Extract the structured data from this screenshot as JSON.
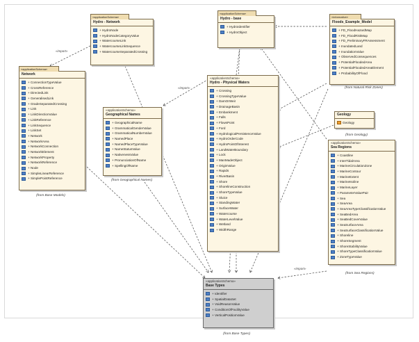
{
  "packages": [
    {
      "id": "hydro-network",
      "stereotype": "«applicationSchema»",
      "name": "Hydro - Network",
      "items": [
        "HydroNode",
        "HydroNodeCategoryValue",
        "WatercourseLink",
        "WatercourseLinkSequence",
        "WatercourseSeparatedCrossing"
      ]
    },
    {
      "id": "hydro-base",
      "stereotype": "«applicationSchema»",
      "name": "Hydro - base",
      "items": [
        "HydroIdentifier",
        "HydroObject"
      ]
    },
    {
      "id": "floods",
      "stereotype": "«informative»",
      "name": "Floods_Example_Model",
      "items": [
        "FD_FloodHazardMap",
        "FD_FloodRiskMap",
        "FD_PreliminaryFRAssessment",
        "InundatedLand",
        "InundationValue",
        "ObservedConsequences",
        "PotentialFloodedArea",
        "PotentialFloodedAreaElement",
        "ProbabilityOfFlood"
      ]
    },
    {
      "id": "network",
      "stereotype": "«applicationSchema»",
      "name": "Network",
      "items": [
        "ConnectionTypeValue",
        "CrossReference",
        "DirectedLink",
        "GeneralisedLink",
        "GradeSeparatedCrossing",
        "Link",
        "LinkDirectionValue",
        "LinkReference",
        "LinkSequence",
        "LinkSet",
        "Network",
        "NetworkArea",
        "NetworkConnection",
        "NetworkElement",
        "NetworkProperty",
        "NetworkReference",
        "Node",
        "SimpleLinearReference",
        "SimplePointReference"
      ]
    },
    {
      "id": "geo-names",
      "stereotype": "«applicationSchema»",
      "name": "Geographical Names",
      "items": [
        "GeographicalName",
        "GrammaticalGenderValue",
        "GrammaticalNumberValue",
        "NamedPlace",
        "NamedPlaceTypeValue",
        "NameStatusValue",
        "NativenessValue",
        "PronunciationOfName",
        "SpellingOfName"
      ]
    },
    {
      "id": "physical-waters",
      "stereotype": "«applicationSchema»",
      "name": "Hydro - Physical Waters",
      "items": [
        "Crossing",
        "CrossingTypeValue",
        "DamOrWeir",
        "DrainageBasin",
        "Embankment",
        "Falls",
        "FlowsPoint",
        "Ford",
        "HydrologicalPersistenceValue",
        "HydroOrderCode",
        "HydroPointOfInterest",
        "LandWaterBoundary",
        "Lock",
        "ManMadeObject",
        "OriginValue",
        "Rapids",
        "RiverBasin",
        "Shore",
        "ShorelineConstruction",
        "ShoreTypeValue",
        "Sluice",
        "StandingWater",
        "SurfaceWater",
        "Watercourse",
        "WaterLevelValue",
        "Wetland",
        "WidthRange"
      ]
    },
    {
      "id": "geology",
      "stereotype": "",
      "name": "Geology",
      "items": [
        "Geology"
      ]
    },
    {
      "id": "sea-regions",
      "stereotype": "«applicationSchema»",
      "name": "Sea Regions",
      "items": [
        "Coastline",
        "InterTidalArea",
        "MarineCirculationZone",
        "MarineContour",
        "MarineExtent",
        "MarineIsoline",
        "MarineLayer",
        "ParameterValuePair",
        "Sea",
        "SeaArea",
        "SeaAreaTypeClassificationValue",
        "SeaBedArea",
        "SeaBedCoverValue",
        "SeaSurfaceArea",
        "SeaSurfaceClassificationValue",
        "Shoreline",
        "ShoreSegment",
        "ShoreStabilityValue",
        "ShoreTypeClassificationValue",
        "ZoneTypeValue"
      ]
    },
    {
      "id": "base-types",
      "stereotype": "«applicationSchema»",
      "name": "Base Types",
      "items": [
        "Identifier",
        "SpatialDataSet",
        "VoidReasonValue",
        "ConditionOfFacilityValue",
        "VerticalPositionValue"
      ]
    }
  ],
  "captions": {
    "network": "(from Base Models)",
    "geo_names": "(from Geographical Names)",
    "floods": "(from Natural Risk Zones)",
    "geology": "(from Geology)",
    "sea_regions": "(from Sea Regions)",
    "base_types": "(from Base Types)"
  },
  "import_label": "«import»",
  "colors": {
    "package_fill": "#fdf6e3",
    "package_tab": "#efdcb0",
    "base_types_fill": "#cfcfcf",
    "item_icon": "#4f80c4",
    "geology_icon": "#f0a030"
  }
}
